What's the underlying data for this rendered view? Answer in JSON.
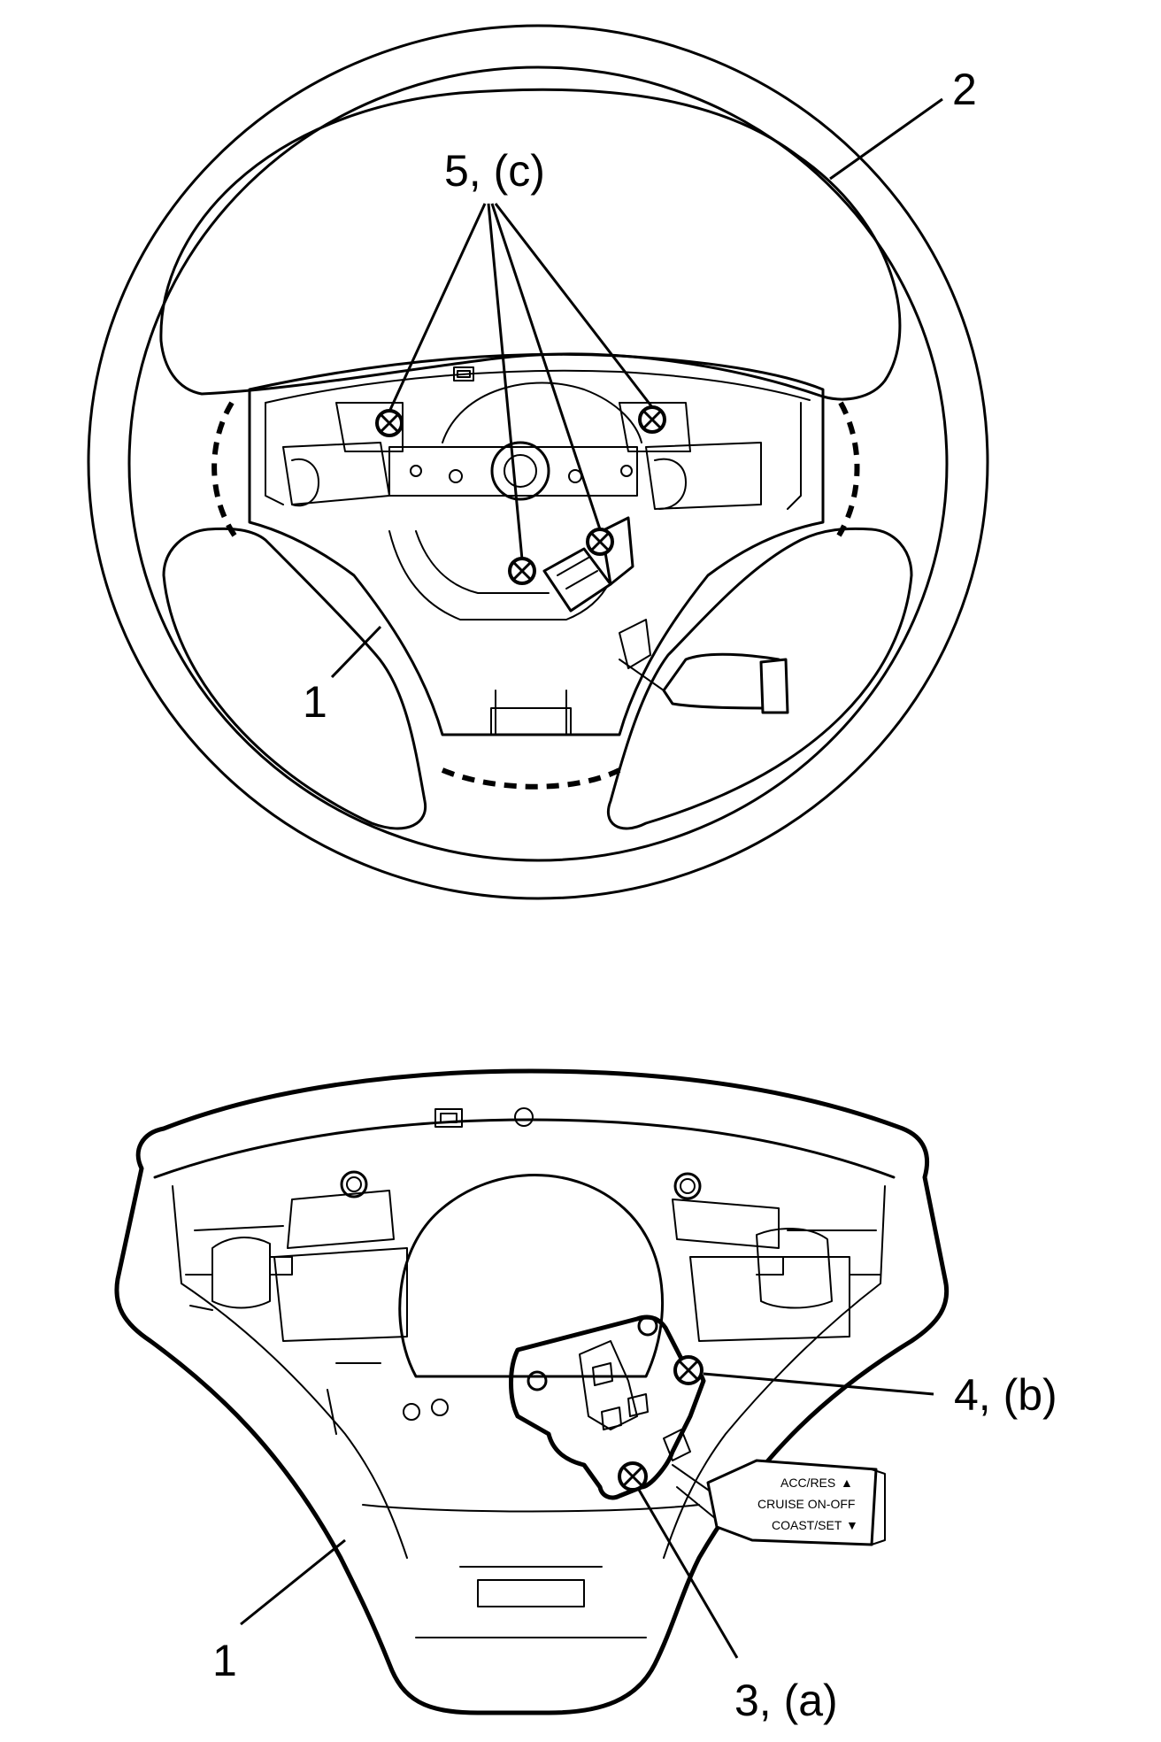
{
  "labels": {
    "part_1_upper": "1",
    "part_2": "2",
    "part_5": "5, (c)",
    "part_1_lower": "1",
    "part_4": "4, (b)",
    "part_3": "3, (a)"
  },
  "switch_labels": {
    "acc_res": "ACC/RES",
    "cruise_on_off": "CRUISE ON-OFF",
    "coast_set": "COAST/SET"
  },
  "colors": {
    "line": "#000000",
    "background": "#ffffff"
  }
}
